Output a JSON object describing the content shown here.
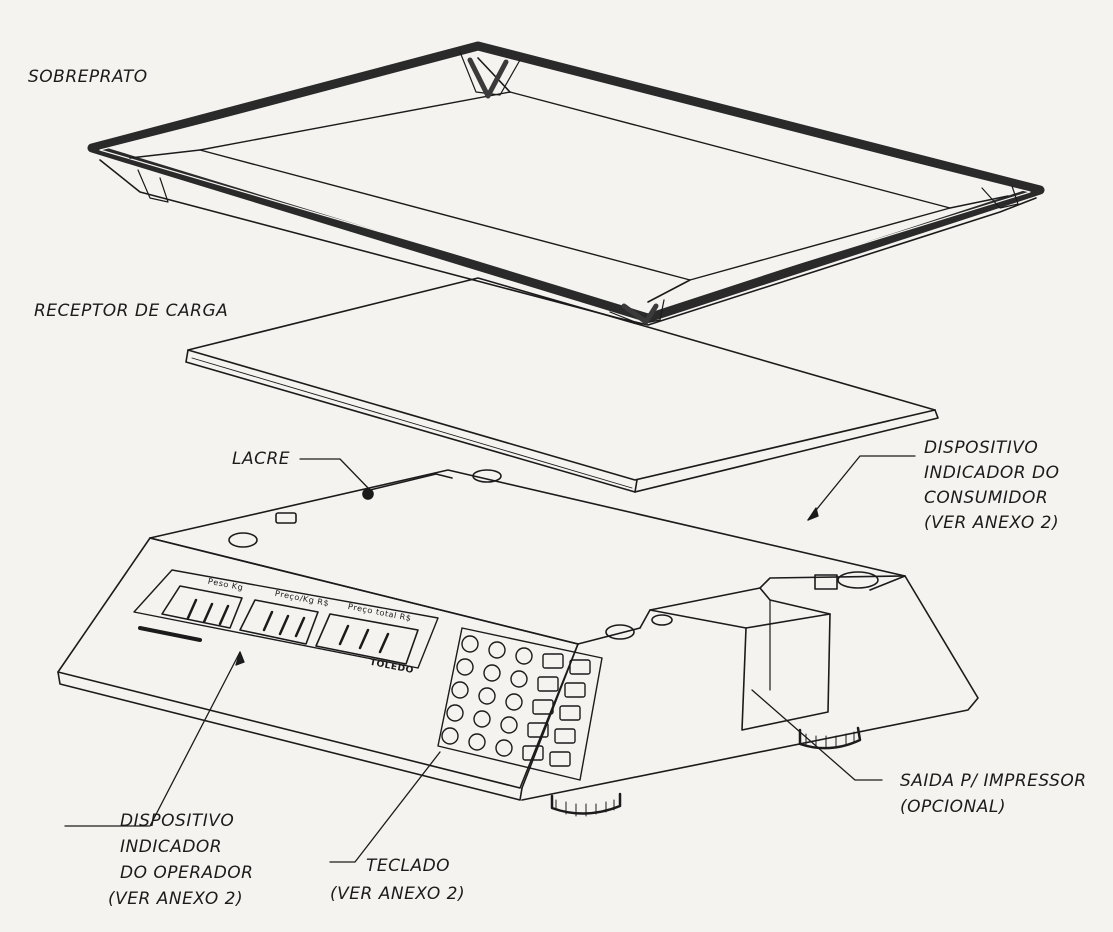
{
  "labels": {
    "sobreprato": "SOBREPRATO",
    "receptor": "RECEPTOR DE CARGA",
    "lacre": "LACRE",
    "consumidor": [
      "DISPOSITIVO",
      "INDICADOR DO",
      "CONSUMIDOR",
      "(VER ANEXO 2)"
    ],
    "impressora": [
      "SAIDA P/ IMPRESSOR",
      "(OPCIONAL)"
    ],
    "operador": [
      "DISPOSITIVO",
      "INDICADOR",
      "DO OPERADOR",
      "(VER ANEXO 2)"
    ],
    "teclado": [
      "TECLADO",
      "(VER ANEXO 2)"
    ]
  },
  "display": {
    "titles": [
      "Peso Kg",
      "Preço/Kg R$",
      "Preço total R$"
    ],
    "brand": "TOLEDO"
  },
  "colors": {
    "ink": "#1b1b1b",
    "paper": "#f4f3f0"
  }
}
